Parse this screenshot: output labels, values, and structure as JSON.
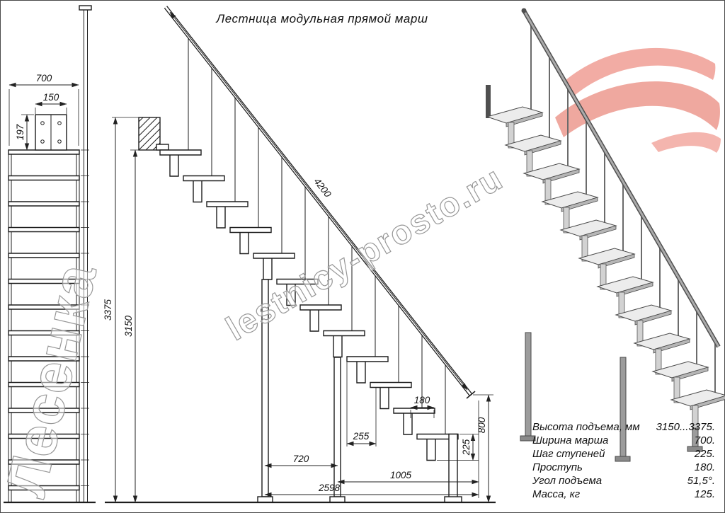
{
  "title": "Лестница модульная прямой марш",
  "watermarks": {
    "site": "lestnicy-prosto.ru",
    "brand": "Лесенка"
  },
  "front_view": {
    "width": "700",
    "top_width": "150",
    "top_height": "197"
  },
  "side_view": {
    "total_height": "3375",
    "flight_height": "3150",
    "rail_length": "4200",
    "going": "180",
    "tread_depth": "255",
    "rise": "225",
    "bottom_height": "800",
    "span_mid": "720",
    "span_low": "1005",
    "span_total": "2598"
  },
  "specs": {
    "rows": [
      {
        "label": "Высота подъема, мм",
        "value": "3150...3375."
      },
      {
        "label": "Ширина марша",
        "value": "700."
      },
      {
        "label": "Шаг ступеней",
        "value": "225."
      },
      {
        "label": "Проступь",
        "value": "180."
      },
      {
        "label": "Угол подъема",
        "value": "51,5°."
      },
      {
        "label": "Масса, кг",
        "value": "125."
      }
    ]
  }
}
